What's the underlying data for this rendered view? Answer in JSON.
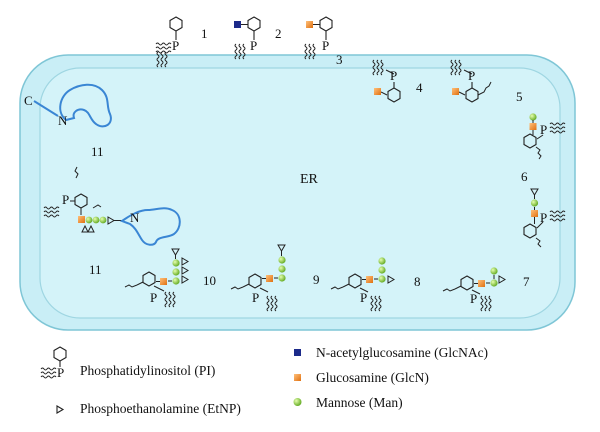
{
  "labels": {
    "er": "ER",
    "c_terminus": "C",
    "n_terminus": "N",
    "p": "P"
  },
  "steps": [
    "1",
    "2",
    "3",
    "4",
    "5",
    "6",
    "7",
    "8",
    "9",
    "10",
    "11",
    "11"
  ],
  "legend": {
    "pi": "Phosphatidylinositol (PI)",
    "etnp": "Phosphoethanolamine (EtNP)",
    "glcnac": "N-acetylglucosamine (GlcNAc)",
    "glcn": "Glucosamine (GlcN)",
    "man": "Mannose (Man)"
  },
  "colors": {
    "er_fill": "#c9eef6",
    "er_stroke": "#7fc6d6",
    "protein": "#3a86d4",
    "glcnac": "#1c2a8a",
    "glcn": "#f08a2a",
    "mannose": "#7cc234",
    "ink": "#222222"
  }
}
